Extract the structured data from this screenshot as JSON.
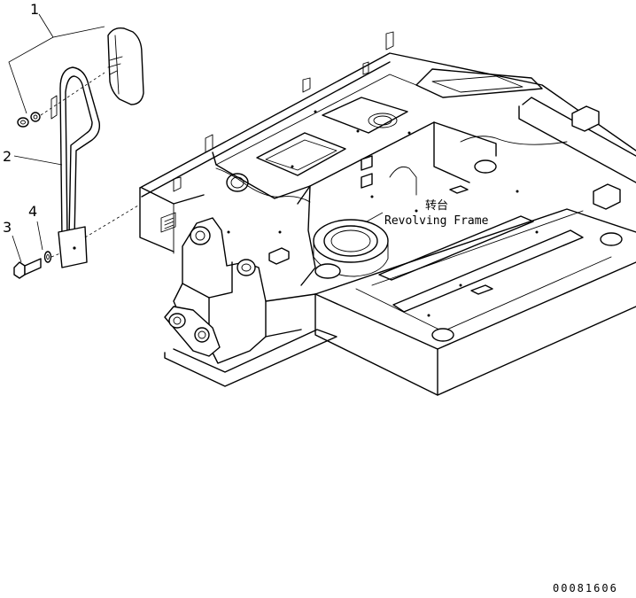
{
  "callouts": [
    {
      "number": "1"
    },
    {
      "number": "2"
    },
    {
      "number": "3"
    },
    {
      "number": "4"
    }
  ],
  "labels": {
    "frame_cn": "转台",
    "frame_en": "Revolving Frame"
  },
  "drawing_number": "00081606"
}
